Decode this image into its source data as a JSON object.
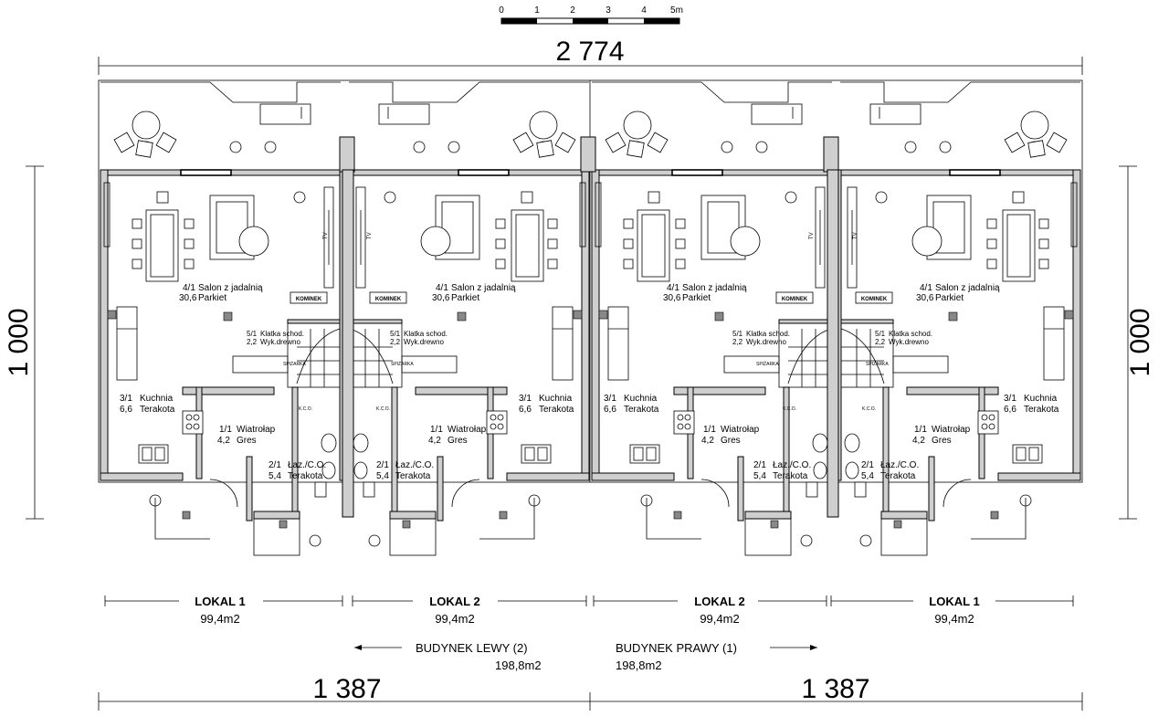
{
  "scale_bar": {
    "ticks": [
      "0",
      "1",
      "2",
      "3",
      "4",
      "5m"
    ]
  },
  "dimensions": {
    "total_width": "2 774",
    "height_left": "1 000",
    "height_right": "1 000",
    "half_left": "1 387",
    "half_right": "1 387"
  },
  "rooms": {
    "salon": {
      "code": "4/1",
      "name": "Salon z jadalnią",
      "area": "30,6",
      "floor": "Parkiet"
    },
    "klatka": {
      "code": "5/1",
      "name": "Klatka schod.",
      "area": "2,2",
      "floor": "Wyk.drewno"
    },
    "kuchnia": {
      "code": "3/1",
      "name": "Kuchnia",
      "area": "6,6",
      "floor": "Terakota"
    },
    "wiatrolap": {
      "code": "1/1",
      "name": "Wiatrołap",
      "area": "4,2",
      "floor": "Gres"
    },
    "lazienka": {
      "code": "2/1",
      "name": "Łaz./C.O.",
      "area": "5,4",
      "floor": "Terakota"
    }
  },
  "fixtures": {
    "kominek": "KOMINEK",
    "spizarka": "SPIŻARKA",
    "kco": "K.C.O.",
    "tv": "TV"
  },
  "units": [
    {
      "name": "LOKAL 1",
      "area": "99,4m2"
    },
    {
      "name": "LOKAL 2",
      "area": "99,4m2"
    },
    {
      "name": "LOKAL 2",
      "area": "99,4m2"
    },
    {
      "name": "LOKAL 1",
      "area": "99,4m2"
    }
  ],
  "buildings": {
    "left": {
      "name": "BUDYNEK  LEWY (2)",
      "area": "198,8m2"
    },
    "right": {
      "name": "BUDYNEK  PRAWY (1)",
      "area": "198,8m2"
    }
  }
}
